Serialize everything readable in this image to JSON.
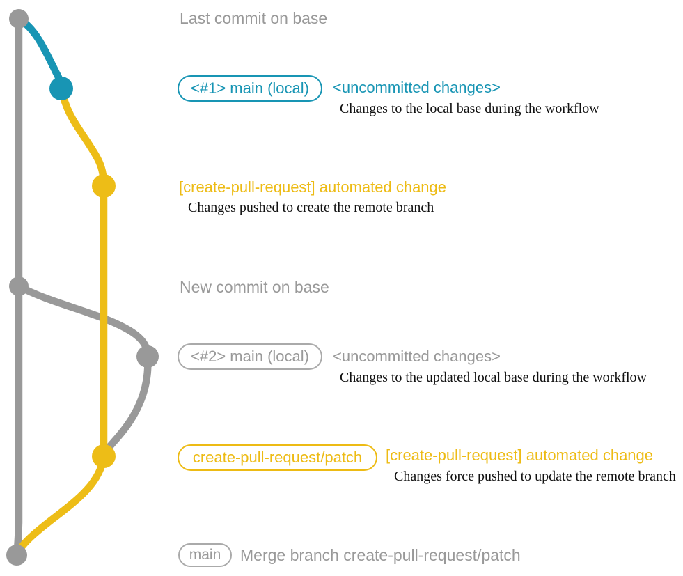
{
  "colors": {
    "gray": "#999999",
    "blue": "#1895B4",
    "yellow": "#EDBD17",
    "note_text": "#111111",
    "background": "#FFFFFF"
  },
  "graph": {
    "branches": [
      {
        "name": "base-branch",
        "color": "#999999"
      },
      {
        "name": "local-uncommitted-changes",
        "color": "#1895B4"
      },
      {
        "name": "create-pull-request-patch",
        "color": "#EDBD17"
      }
    ],
    "commits": [
      {
        "id": "last-commit-on-base",
        "branch": "base-branch"
      },
      {
        "id": "local-change-1",
        "branch": "local-uncommitted-changes"
      },
      {
        "id": "automated-change-1",
        "branch": "create-pull-request-patch"
      },
      {
        "id": "new-commit-on-base",
        "branch": "base-branch"
      },
      {
        "id": "local-change-2",
        "branch": "base-branch"
      },
      {
        "id": "automated-change-2",
        "branch": "create-pull-request-patch"
      },
      {
        "id": "merge-commit",
        "branch": "base-branch"
      }
    ]
  },
  "rows": {
    "last_commit": {
      "text": "Last commit on base"
    },
    "commit1": {
      "badge": "<#1> main (local)",
      "title": "<uncommitted changes>",
      "subtitle": "Changes to the local base during the workflow"
    },
    "push1": {
      "title": "[create-pull-request] automated change",
      "subtitle": "Changes pushed to create the remote branch"
    },
    "new_commit": {
      "text": "New commit on base"
    },
    "commit2": {
      "badge": "<#2> main (local)",
      "title": "<uncommitted changes>",
      "subtitle": "Changes to the updated local base during the workflow"
    },
    "push2": {
      "badge": "create-pull-request/patch",
      "title": "[create-pull-request] automated change",
      "subtitle": "Changes force pushed to update the remote branch"
    },
    "merge": {
      "badge": "main",
      "text": "Merge branch create-pull-request/patch"
    }
  }
}
